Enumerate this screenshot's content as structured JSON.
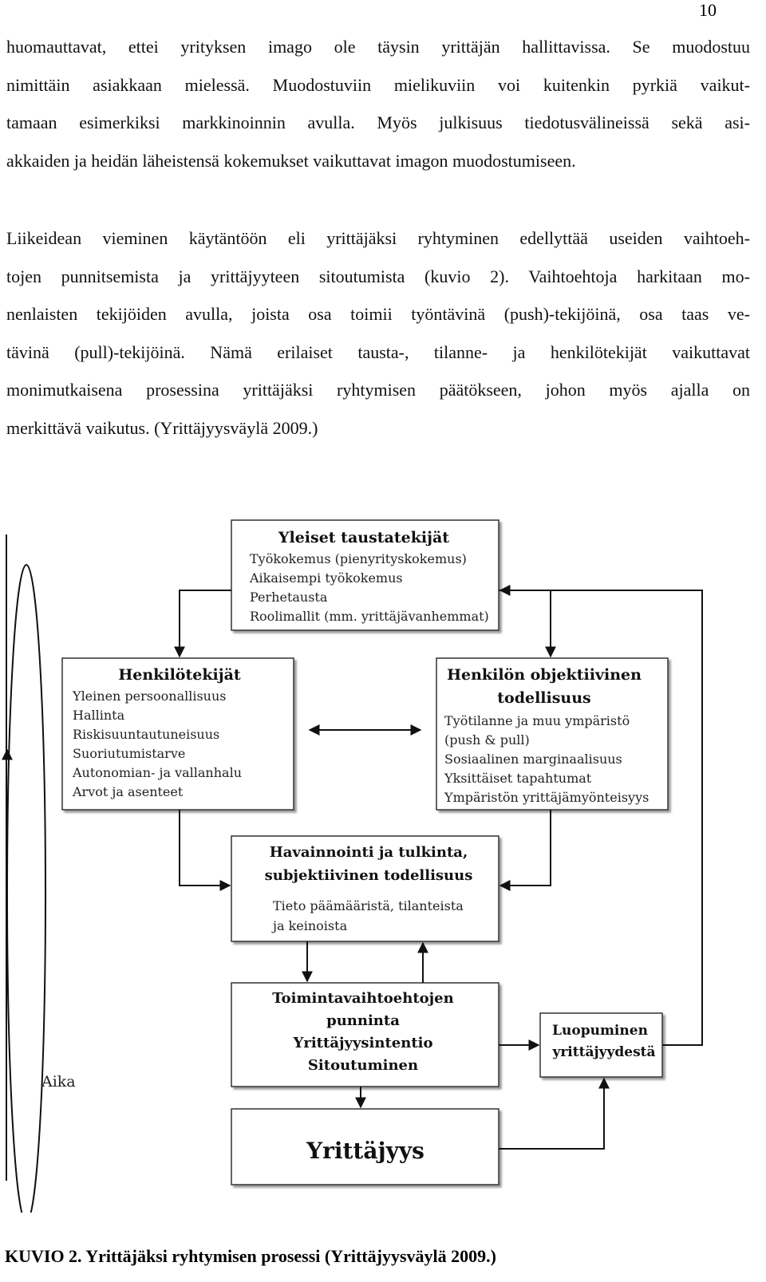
{
  "page_number": "10",
  "paragraph1": [
    "huomauttavat, ettei yrityksen imago ole täysin yrittäjän hallittavissa. Se muodostuu",
    "nimittäin asiakkaan mielessä. Muodostuviin mielikuviin voi kuitenkin pyrkiä vaikut-",
    "tamaan esimerkiksi markkinoinnin avulla. Myös julkisuus tiedotusvälineissä sekä asi-",
    "akkaiden ja heidän läheistensä kokemukset vaikuttavat imagon muodostumiseen."
  ],
  "paragraph2": [
    "Liikeidean vieminen käytäntöön eli yrittäjäksi ryhtyminen edellyttää useiden vaihtoeh-",
    "tojen punnitsemista ja yrittäjyyteen sitoutumista (kuvio 2). Vaihtoehtoja harkitaan mo-",
    "nenlaisten tekijöiden avulla, joista osa toimii työntävinä (push)-tekijöinä, osa taas ve-",
    "tävinä (pull)-tekijöinä. Nämä erilaiset tausta-, tilanne- ja henkilötekijät vaikuttavat",
    "monimutkaisena prosessina yrittäjäksi ryhtymisen päätökseen, johon myös ajalla on",
    "merkittävä vaikutus. (Yrittäjyysväylä 2009.)"
  ],
  "diagram": {
    "background": {
      "title": "Yleiset taustatekijät",
      "items": [
        "Työkokemus (pienyrityskokemus)",
        "Aikaisempi työkokemus",
        "Perhetausta",
        "Roolimallit (mm. yrittäjävanhemmat)"
      ]
    },
    "personal": {
      "title": "Henkilötekijät",
      "items": [
        "Yleinen persoonallisuus",
        "Hallinta",
        "Riskisuuntautuneisuus",
        "Suoriutumistarve",
        "Autonomian- ja vallanhalu",
        "Arvot ja asenteet"
      ]
    },
    "objective": {
      "title_lines": [
        "Henkilön objektiivinen",
        "todellisuus"
      ],
      "items": [
        "Työtilanne ja muu ympäristö",
        "(push & pull)",
        "Sosiaalinen marginaalisuus",
        "Yksittäiset tapahtumat",
        "Ympäristön yrittäjämyönteisyys"
      ]
    },
    "perception": {
      "title_lines": [
        "Havainnointi ja tulkinta,",
        "subjektiivinen todellisuus"
      ],
      "items": [
        "Tieto päämääristä, tilanteista",
        "ja keinoista"
      ]
    },
    "weighing": {
      "lines": [
        "Toimintavaihtoehtojen",
        "punninta",
        "Yrittäjyysintentio",
        "Sitoutuminen"
      ]
    },
    "giving_up": {
      "lines": [
        "Luopuminen",
        "yrittäjyydestä"
      ]
    },
    "entrepreneurship": {
      "title": "Yrittäjyys"
    },
    "time_label": "Aika"
  },
  "caption": "KUVIO 2. Yrittäjäksi ryhtymisen prosessi (Yrittäjyysväylä 2009.)"
}
